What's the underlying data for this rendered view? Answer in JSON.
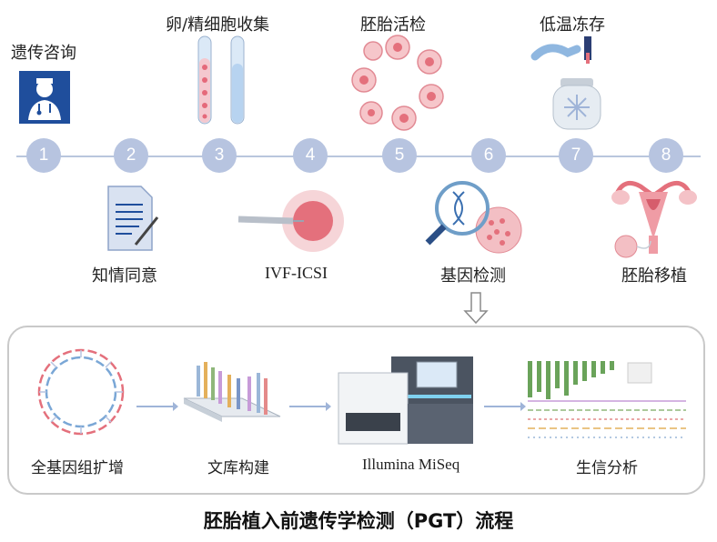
{
  "steps": [
    {
      "number": "1",
      "label": "遗传咨询"
    },
    {
      "number": "2",
      "label": "知情同意"
    },
    {
      "number": "3",
      "label": "卵/精细胞收集"
    },
    {
      "number": "4",
      "label": "IVF-ICSI"
    },
    {
      "number": "5",
      "label": "胚胎活检"
    },
    {
      "number": "6",
      "label": "基因检测"
    },
    {
      "number": "7",
      "label": "低温冻存"
    },
    {
      "number": "8",
      "label": "胚胎移植"
    }
  ],
  "workflow": [
    {
      "label": "全基因组扩增"
    },
    {
      "label": "文库构建"
    },
    {
      "label": "Illumina MiSeq"
    },
    {
      "label": "生信分析"
    }
  ],
  "title": "胚胎植入前遗传学检测（PGT）流程",
  "colors": {
    "node": "#b7c4e0",
    "timeline": "#b9c6dd",
    "icon_blue": "#1f4e9c",
    "cell_pink": "#e88a93",
    "arrow": "#9fb4d8"
  },
  "icons": [
    "doctor-icon",
    "consent-document-icon",
    "test-tubes-icon",
    "ivf-icsi-icon",
    "embryo-biopsy-icon",
    "gene-test-magnifier-icon",
    "cryo-storage-icon",
    "uterus-transfer-icon",
    "dna-circle-icon",
    "library-plate-icon",
    "sequencer-icon",
    "bioinformatics-chart-icon"
  ]
}
